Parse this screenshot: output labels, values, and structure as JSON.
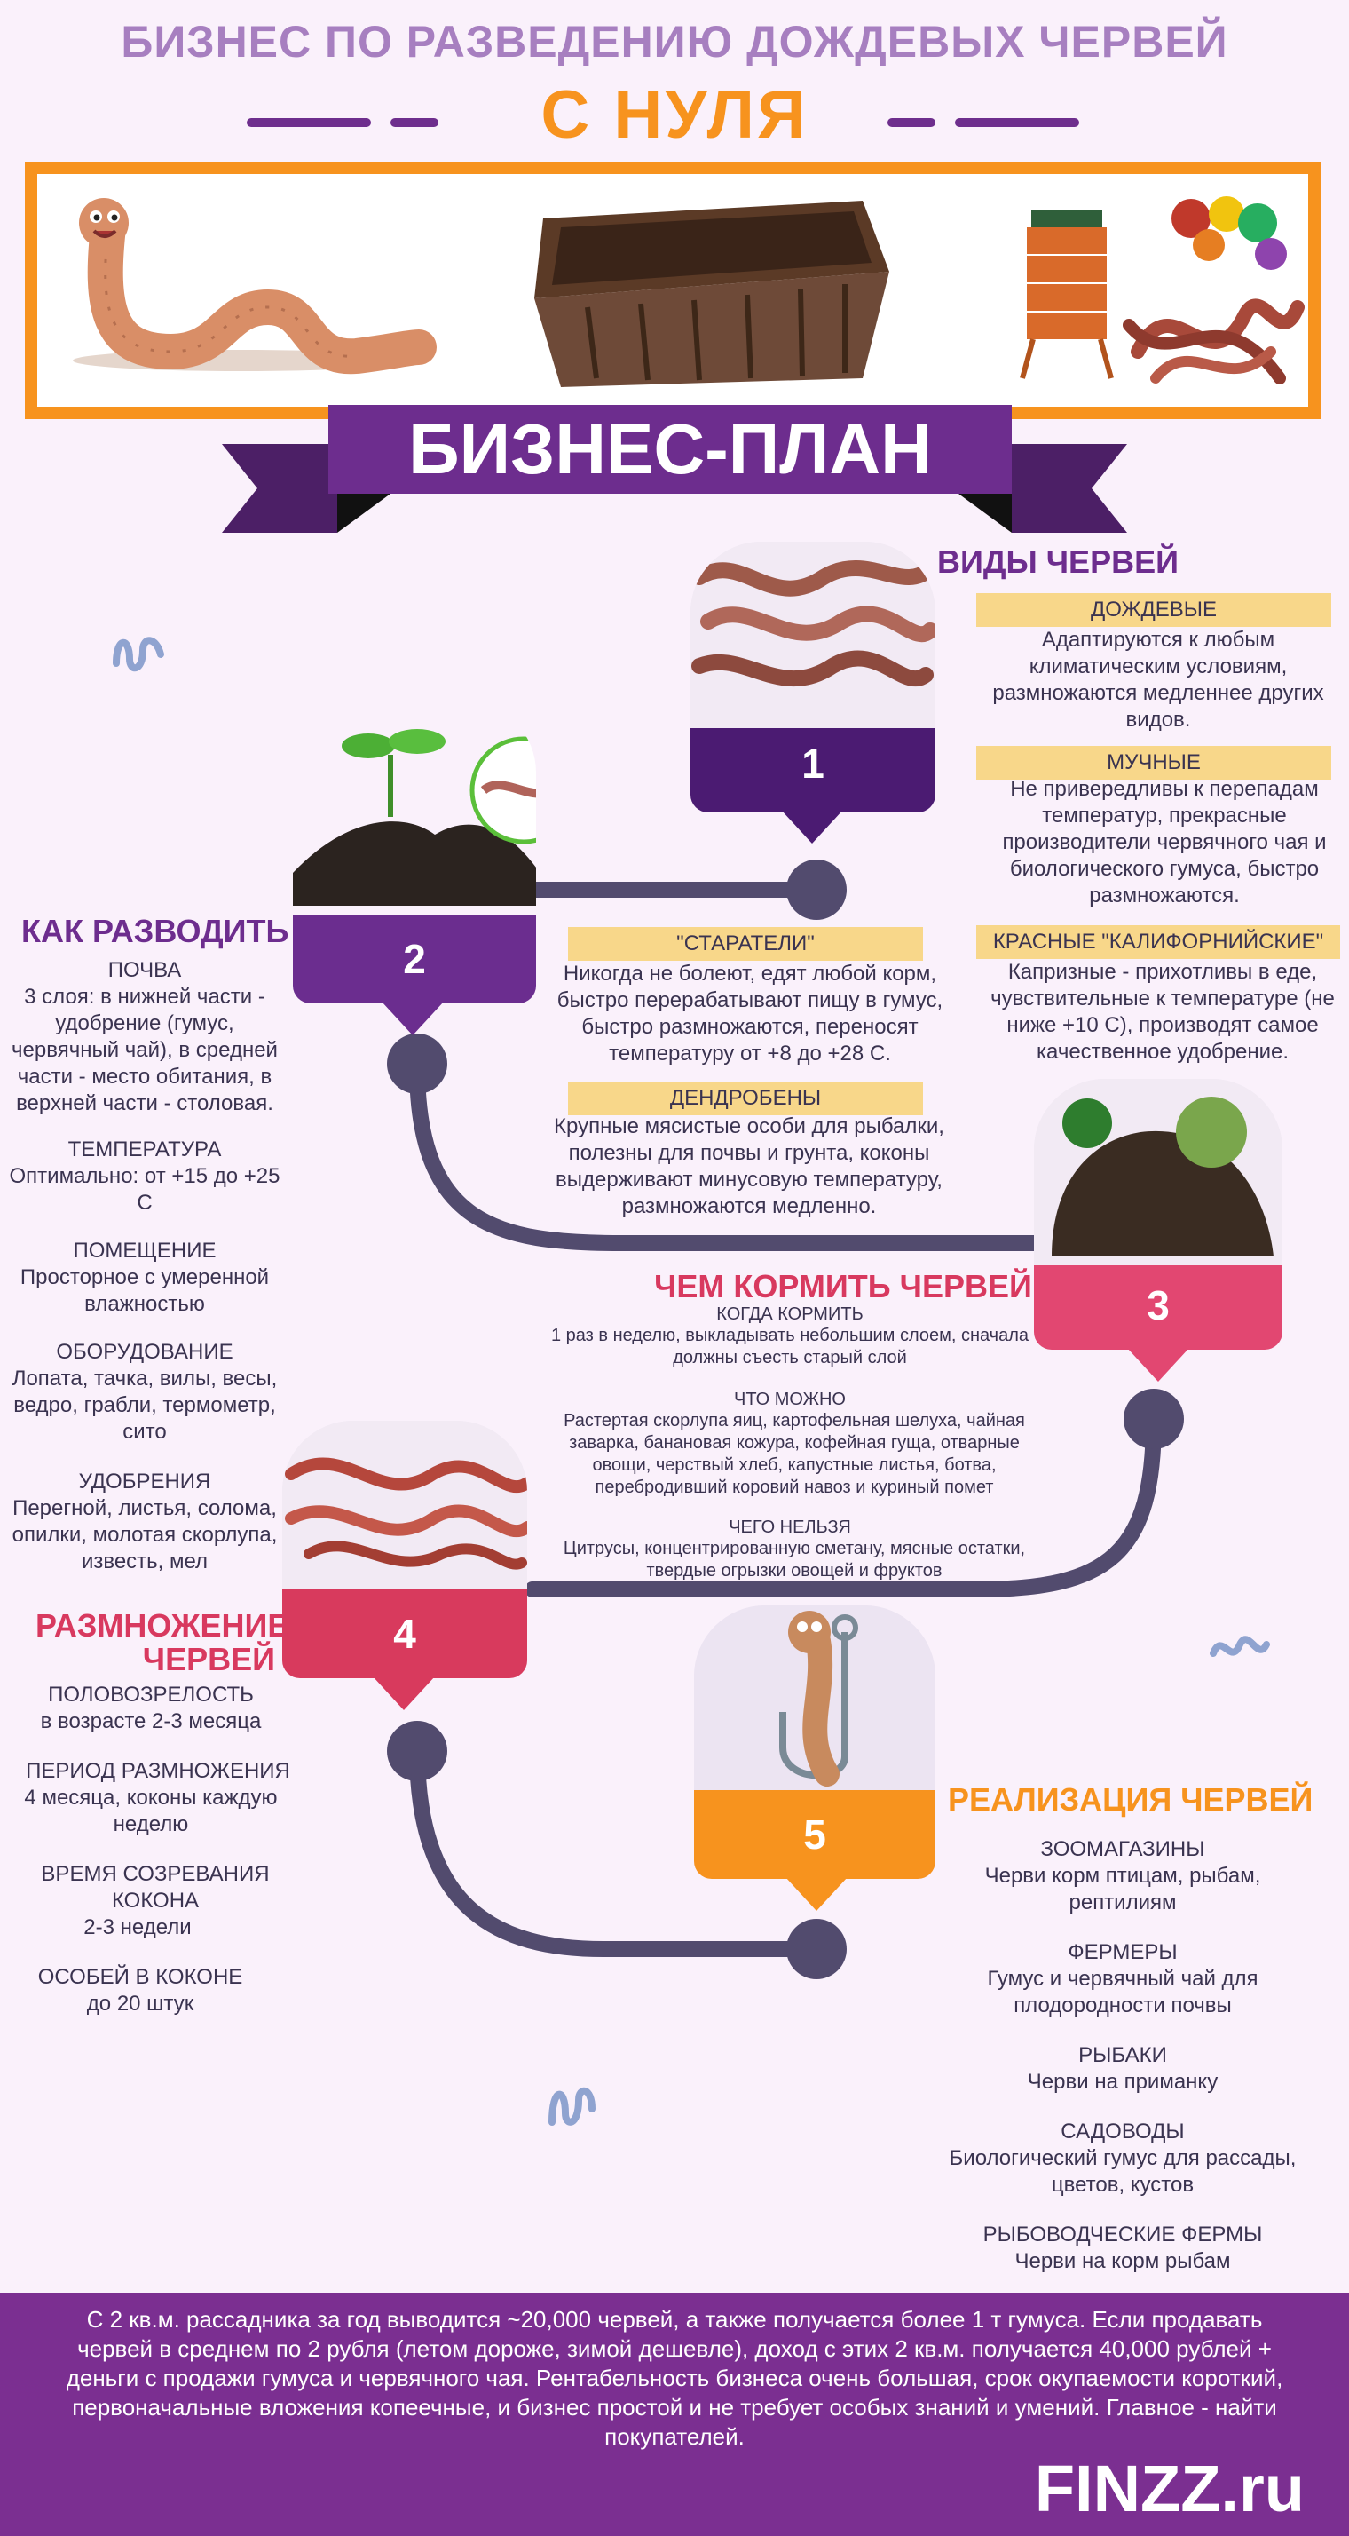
{
  "header": {
    "title": "БИЗНЕС ПО РАЗВЕДЕНИЮ ДОЖДЕВЫХ ЧЕРВЕЙ",
    "subtitle": "С НУЛЯ"
  },
  "ribbon": {
    "label": "БИЗНЕС-ПЛАН"
  },
  "colors": {
    "purple": "#6d2d8e",
    "orange": "#f7931e",
    "pink": "#d8395f",
    "path": "#524b6e",
    "label_bg": "#f8d78a",
    "bg": "#faf1fb"
  },
  "steps": [
    "1",
    "2",
    "3",
    "4",
    "5"
  ],
  "types": {
    "heading": "ВИДЫ ЧЕРВЕЙ",
    "items": [
      {
        "title": "ДОЖДЕВЫЕ",
        "text": "Адаптируются к любым климатическим условиям, размножаются медленнее других видов."
      },
      {
        "title": "МУЧНЫЕ",
        "text": "Не привередливы к перепадам температур, прекрасные производители червячного чая и биологического гумуса, быстро размножаются."
      },
      {
        "title": "КРАСНЫЕ \"КАЛИФОРНИЙСКИЕ\"",
        "text": "Капризные - прихотливы в еде, чувствительные к температуре (не ниже +10 С), производят самое качественное удобрение."
      },
      {
        "title": "\"СТАРАТЕЛИ\"",
        "text": "Никогда не болеют, едят любой корм, быстро перерабатывают пищу в гумус, быстро размножаются, переносят температуру от +8 до +28 С."
      },
      {
        "title": "ДЕНДРОБЕНЫ",
        "text": "Крупные мясистые особи для рыбалки, полезны для почвы и грунта, коконы выдерживают минусовую температуру, размножаются медленно."
      }
    ]
  },
  "breeding": {
    "heading": "КАК РАЗВОДИТЬ",
    "items": [
      {
        "title": "ПОЧВА",
        "text": "3 слоя: в нижней части - удобрение (гумус, червячный чай), в средней части - место обитания, в верхней части - столовая."
      },
      {
        "title": "ТЕМПЕРАТУРА",
        "text": "Оптимально: от +15 до +25 С"
      },
      {
        "title": "ПОМЕЩЕНИЕ",
        "text": "Просторное с умеренной влажностью"
      },
      {
        "title": "ОБОРУДОВАНИЕ",
        "text": "Лопата, тачка, вилы, весы, ведро, грабли, термометр, сито"
      },
      {
        "title": "УДОБРЕНИЯ",
        "text": "Перегной, листья, солома, опилки, молотая скорлупа, известь, мел"
      }
    ]
  },
  "feeding": {
    "heading": "ЧЕМ КОРМИТЬ ЧЕРВЕЙ",
    "items": [
      {
        "title": "КОГДА КОРМИТЬ",
        "text": "1 раз в неделю, выкладывать небольшим слоем, сначала должны съесть старый слой"
      },
      {
        "title": "ЧТО МОЖНО",
        "text": "Растертая скорлупа яиц, картофельная шелуха, чайная заварка, банановая кожура, кофейная гуща, отварные овощи, черствый хлеб, капустные листья, ботва, перебродивший коровий навоз и куриный помет"
      },
      {
        "title": "ЧЕГО НЕЛЬЗЯ",
        "text": "Цитрусы, концентрированную сметану, мясные остатки, твердые огрызки овощей и фруктов"
      }
    ]
  },
  "reproduction": {
    "heading_line1": "РАЗМНОЖЕНИЕ",
    "heading_line2": "ЧЕРВЕЙ",
    "items": [
      {
        "title": "ПОЛОВОЗРЕЛОСТЬ",
        "text": "в возрасте 2-3 месяца"
      },
      {
        "title": "ПЕРИОД РАЗМНОЖЕНИЯ",
        "text": "4 месяца, коконы каждую неделю"
      },
      {
        "title": "ВРЕМЯ СОЗРЕВАНИЯ КОКОНА",
        "text": "2-3 недели"
      },
      {
        "title": "ОСОБЕЙ В КОКОНЕ",
        "text": "до 20 штук"
      }
    ]
  },
  "sales": {
    "heading": "РЕАЛИЗАЦИЯ ЧЕРВЕЙ",
    "items": [
      {
        "title": "ЗООМАГАЗИНЫ",
        "text": "Черви корм птицам, рыбам, рептилиям"
      },
      {
        "title": "ФЕРМЕРЫ",
        "text": "Гумус и червячный чай для плодородности почвы"
      },
      {
        "title": "РЫБАКИ",
        "text": "Черви на приманку"
      },
      {
        "title": "САДОВОДЫ",
        "text": "Биологический гумус для рассады, цветов, кустов"
      },
      {
        "title": "РЫБОВОДЧЕСКИЕ ФЕРМЫ",
        "text": "Черви на корм рыбам"
      }
    ]
  },
  "footer": {
    "text": "С 2 кв.м. рассадника за год выводится ~20,000 червей, а также получается более 1 т гумуса. Если продавать червей в среднем по 2 рубля (летом дороже, зимой дешевле), доход с этих 2 кв.м. получается 40,000 рублей + деньги с продажи гумуса и червячного чая. Рентабельность бизнеса очень большая, срок окупаемости короткий, первоначальные вложения копеечные, и бизнес простой и не требует особых знаний и умений. Главное - найти покупателей.",
    "logo": "FINZZ.ru"
  }
}
